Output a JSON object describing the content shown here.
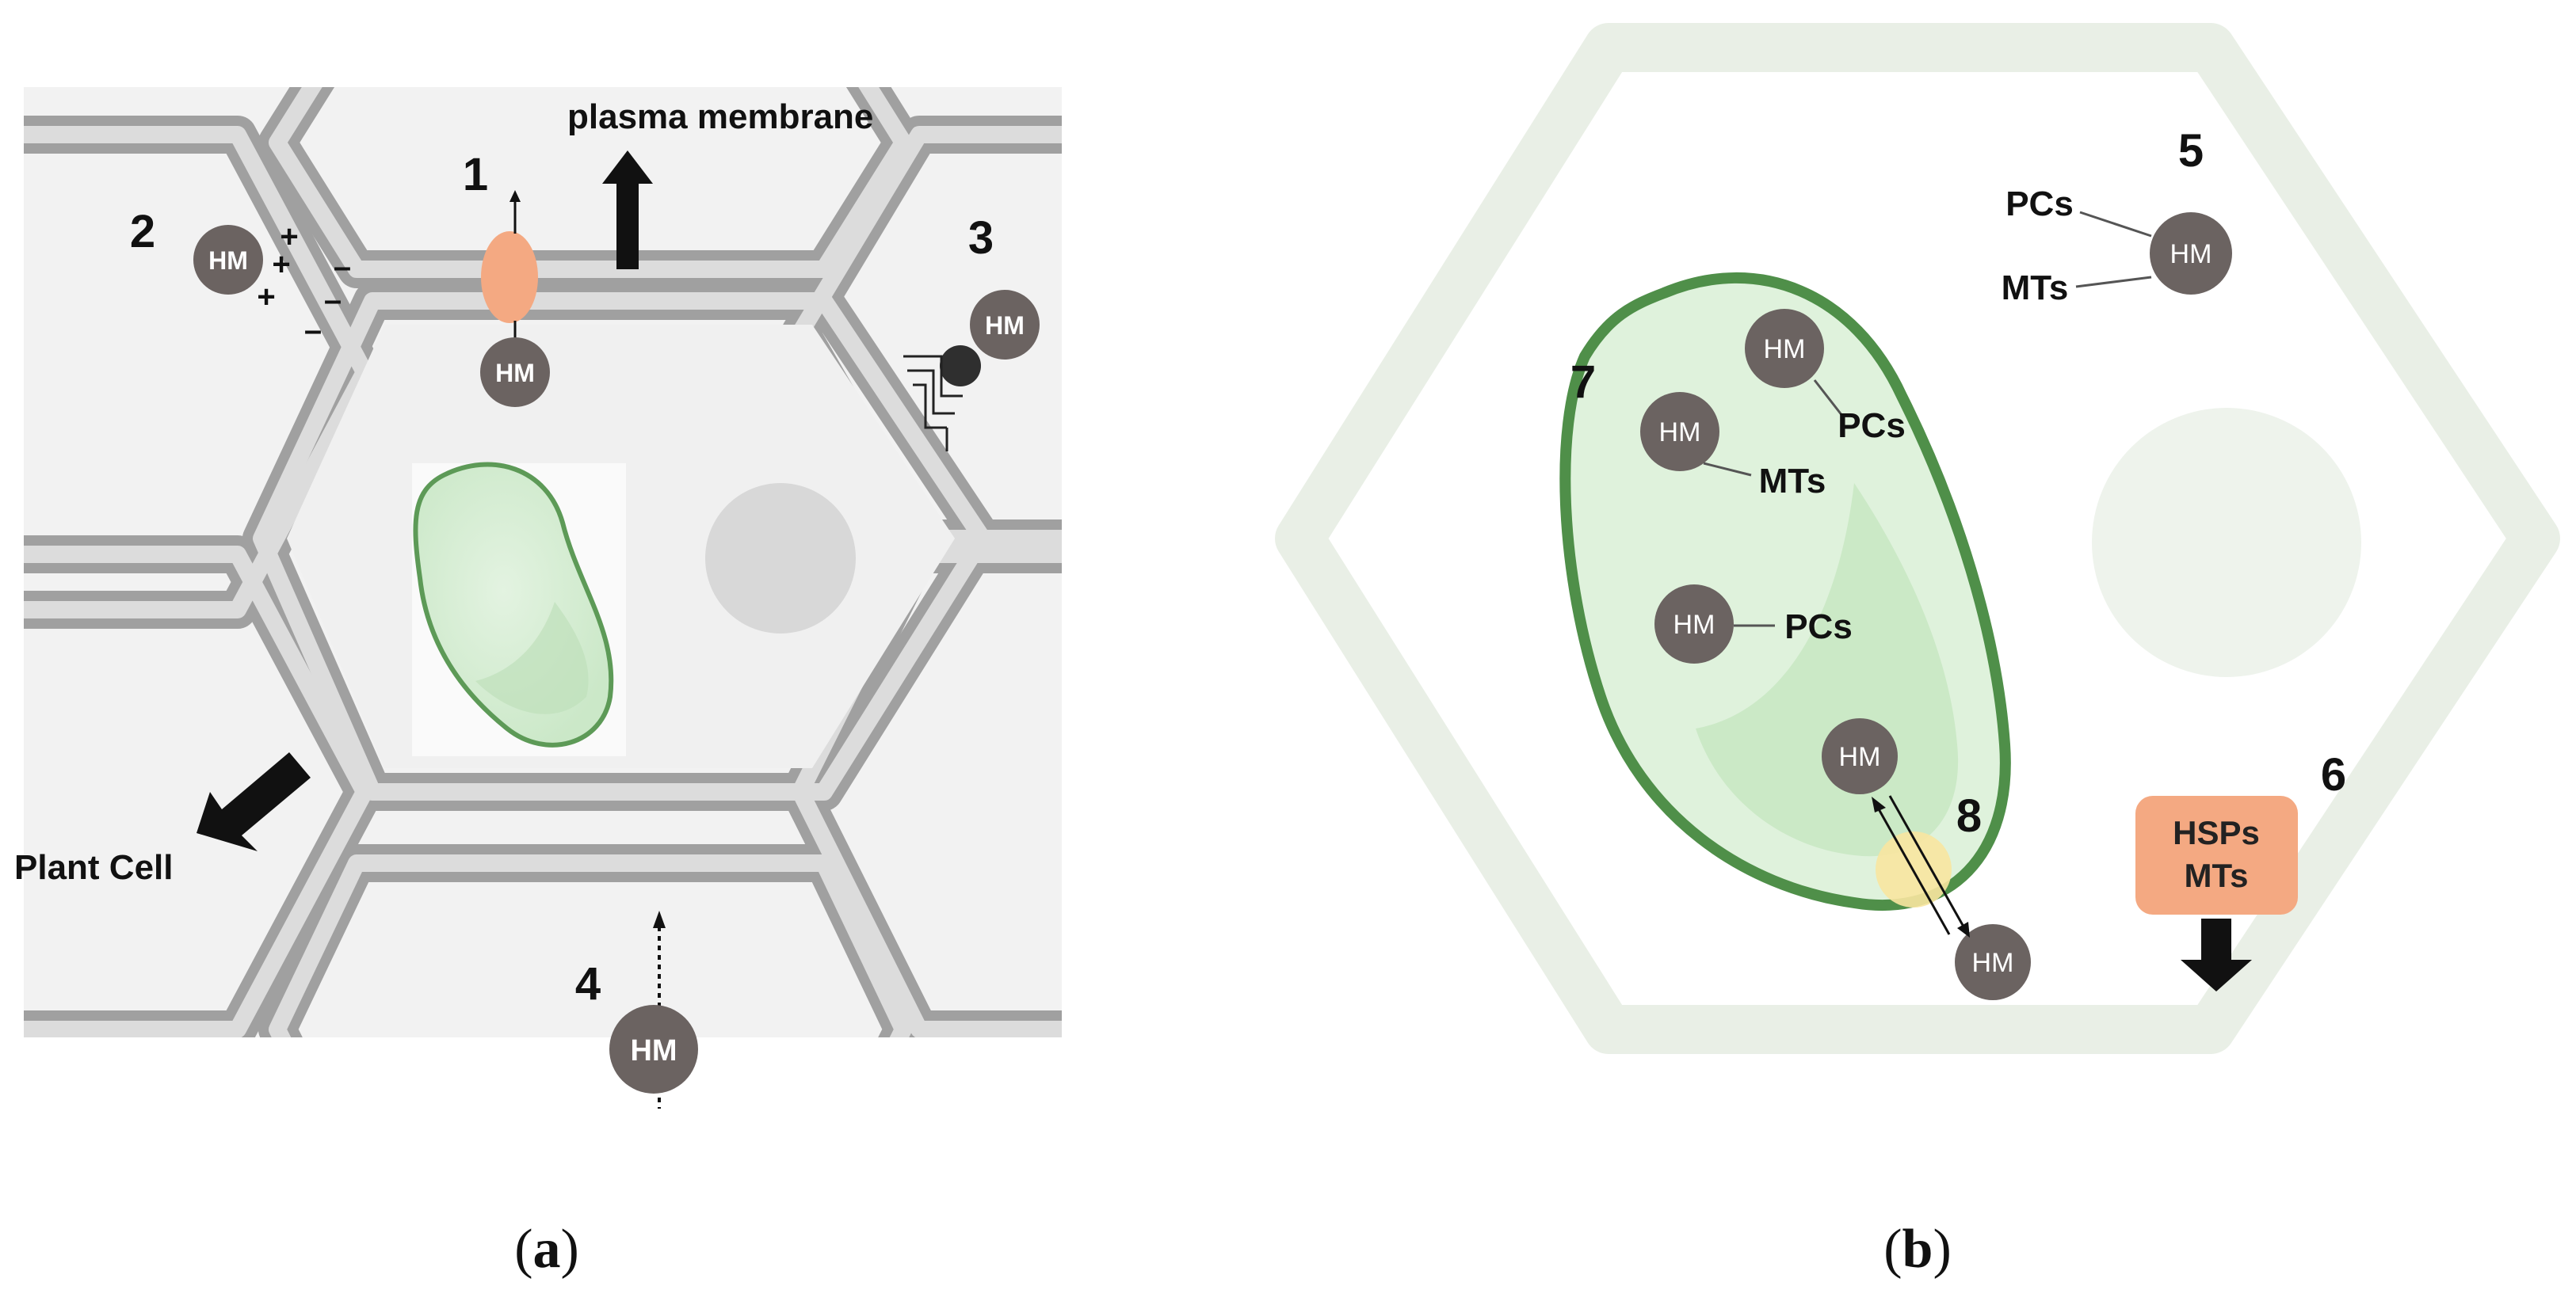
{
  "panel_a": {
    "label_plasma_membrane": "plasma membrane",
    "label_plant_cell": "Plant Cell",
    "numbers": [
      "1",
      "2",
      "3",
      "4"
    ],
    "hm": "HM",
    "plus_sign": "+",
    "minus_sign": "–",
    "caption_open": "(",
    "caption_letter": "a",
    "caption_close": ")"
  },
  "panel_b": {
    "numbers": [
      "5",
      "6",
      "7",
      "8"
    ],
    "hm": "HM",
    "pcs": "PCs",
    "mts": "MTs",
    "box_line1": "HSPs",
    "box_line2": "MTs",
    "caption_open": "(",
    "caption_letter": "b",
    "caption_close": ")"
  },
  "colors": {
    "cell_wall": "#c9c9c9",
    "cell_wall_edge": "#9a9a9a",
    "hm_ball": "#6b6361",
    "transporter": "#f4a982",
    "vacuole_fill": "#d4ecd2",
    "vacuole_edge": "#5d9a57",
    "panel_b_wall": "#e9efe6",
    "channel_yellow": "#f8e5a0",
    "hsp_box": "#f4a982"
  }
}
